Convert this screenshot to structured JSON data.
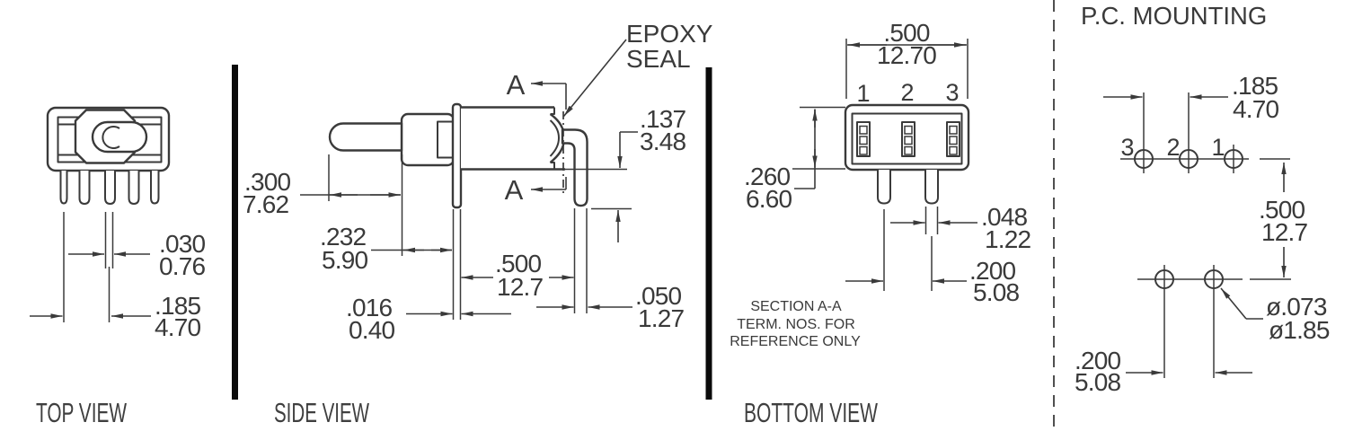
{
  "colors": {
    "line": "#3a3a3a",
    "divider": "#0b0b0b",
    "background": "#ffffff"
  },
  "views": {
    "top": {
      "label": "TOP VIEW",
      "dims": {
        "pin_gap": {
          "in": ".030",
          "mm": "0.76"
        },
        "pin_spacing": {
          "in": ".185",
          "mm": "4.70"
        }
      }
    },
    "side": {
      "label": "SIDE VIEW",
      "section_letter": "A",
      "epoxy_seal_line1": "EPOXY",
      "epoxy_seal_line2": "SEAL",
      "dims": {
        "lever_length": {
          "in": ".300",
          "mm": "7.62"
        },
        "bushing_length": {
          "in": ".232",
          "mm": "5.90"
        },
        "bracket_thickness": {
          "in": ".016",
          "mm": "0.40"
        },
        "mount_to_terminal": {
          "in": ".500",
          "mm": "12.7"
        },
        "terminal_width": {
          "in": ".050",
          "mm": "1.27"
        },
        "terminal_protrusion": {
          "in": ".137",
          "mm": "3.48"
        }
      }
    },
    "bottom": {
      "label": "BOTTOM VIEW",
      "terminals": [
        "1",
        "2",
        "3"
      ],
      "note_line1": "SECTION  A-A",
      "note_line2": "TERM. NOS. FOR",
      "note_line3": "REFERENCE ONLY",
      "dims": {
        "body_width": {
          "in": ".500",
          "mm": "12.70"
        },
        "body_height": {
          "in": ".260",
          "mm": "6.60"
        },
        "pin_width": {
          "in": ".048",
          "mm": "1.22"
        },
        "pin_spacing": {
          "in": ".200",
          "mm": "5.08"
        }
      }
    },
    "pc_mounting": {
      "title": "P.C. MOUNTING",
      "hole_numbers": [
        "3",
        "2",
        "1"
      ],
      "dims": {
        "hole_spacing": {
          "in": ".185",
          "mm": "4.70"
        },
        "row_spacing": {
          "in": ".500",
          "mm": "12.7"
        },
        "hole_diameter": {
          "in": "ø.073",
          "mm": "ø1.85"
        },
        "bottom_hole_spacing": {
          "in": ".200",
          "mm": "5.08"
        }
      }
    }
  }
}
